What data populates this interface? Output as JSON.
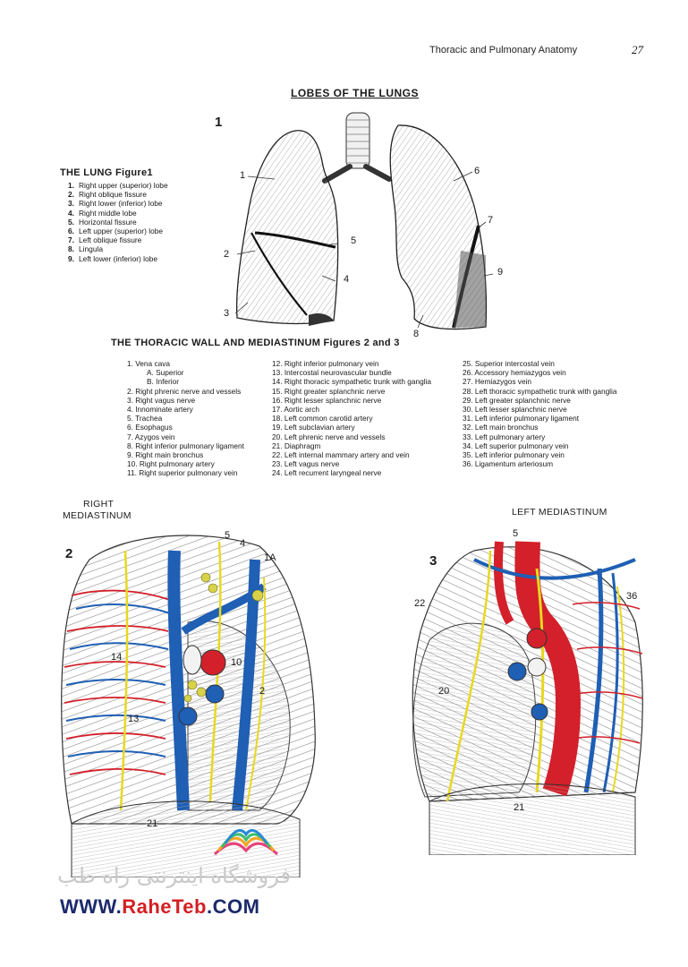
{
  "header": {
    "running_title": "Thoracic and Pulmonary Anatomy",
    "page_number": "27"
  },
  "title": "LOBES OF THE LUNGS",
  "figure1": {
    "number": "1",
    "heading": "THE LUNG Figure1",
    "items": [
      {
        "n": "1.",
        "t": "Right upper (superior) lobe"
      },
      {
        "n": "2.",
        "t": "Right oblique fissure"
      },
      {
        "n": "3.",
        "t": "Right lower (inferior) lobe"
      },
      {
        "n": "4.",
        "t": "Right middle lobe"
      },
      {
        "n": "5.",
        "t": "Horizontal fissure"
      },
      {
        "n": "6.",
        "t": "Left upper (superior) lobe"
      },
      {
        "n": "7.",
        "t": "Left oblique fissure"
      },
      {
        "n": "8.",
        "t": "Lingula"
      },
      {
        "n": "9.",
        "t": "Left lower (inferior) lobe"
      }
    ],
    "labels": [
      "1",
      "2",
      "3",
      "4",
      "5",
      "6",
      "7",
      "8",
      "9"
    ]
  },
  "wall": {
    "heading": "THE THORACIC WALL AND MEDIASTINUM Figures 2 and 3",
    "col1": [
      {
        "t": "1. Vena cava",
        "sub": false
      },
      {
        "t": "A. Superior",
        "sub": true
      },
      {
        "t": "B. Inferior",
        "sub": true
      },
      {
        "t": "2. Right phrenic nerve and vessels",
        "sub": false
      },
      {
        "t": "3. Right vagus nerve",
        "sub": false
      },
      {
        "t": "4. Innominate artery",
        "sub": false
      },
      {
        "t": "5. Trachea",
        "sub": false
      },
      {
        "t": "6. Esophagus",
        "sub": false
      },
      {
        "t": "7. Azygos vein",
        "sub": false
      },
      {
        "t": "8. Right inferior pulmonary ligament",
        "sub": false
      },
      {
        "t": "9. Right main bronchus",
        "sub": false
      },
      {
        "t": "10. Right pulmonary artery",
        "sub": false
      },
      {
        "t": "11. Right superior pulmonary vein",
        "sub": false
      }
    ],
    "col2": [
      "12. Right inferior pulmonary vein",
      "13. Intercostal neurovascular bundle",
      "14. Right thoracic sympathetic trunk with ganglia",
      "15. Right greater splanchnic nerve",
      "16. Right lesser splanchnic nerve",
      "17. Aortic arch",
      "18. Left common carotid artery",
      "19. Left subclavian artery",
      "20. Left phrenic nerve and vessels",
      "21. Diaphragm",
      "22. Left internal mammary artery and vein",
      "23. Left vagus nerve",
      "24. Left recurrent laryngeal nerve"
    ],
    "col3": [
      "25. Superior intercostal vein",
      "26. Accessory hemiazygos vein",
      "27. Hemiazygos vein",
      "28. Left thoracic sympathetic trunk with ganglia",
      "29. Left greater splanchnic nerve",
      "30. Left lesser splanchnic nerve",
      "31. Left inferior pulmonary ligament",
      "32. Left main bronchus",
      "33. Left pulmonary artery",
      "34. Left superior pulmonary vein",
      "35. Left inferior pulmonary vein",
      "36. Ligamentum arteriosum"
    ]
  },
  "figure2": {
    "number": "2",
    "title_line1": "RIGHT",
    "title_line2": "MEDIASTINUM",
    "labels": [
      "5",
      "4",
      "1A",
      "14",
      "13",
      "10",
      "2",
      "21"
    ]
  },
  "figure3": {
    "number": "3",
    "title": "LEFT MEDIASTINUM",
    "labels": [
      "5",
      "22",
      "20",
      "21",
      "36"
    ]
  },
  "colors": {
    "artery": "#d3202a",
    "vein": "#1f5fb4",
    "nerve": "#e8d820",
    "ink": "#222222"
  },
  "watermark": {
    "persian": "فروشگاه اینترنتی راه طب",
    "url_prefix": "WWW.",
    "url_brand": "RaheTeb",
    "url_suffix": ".COM"
  }
}
